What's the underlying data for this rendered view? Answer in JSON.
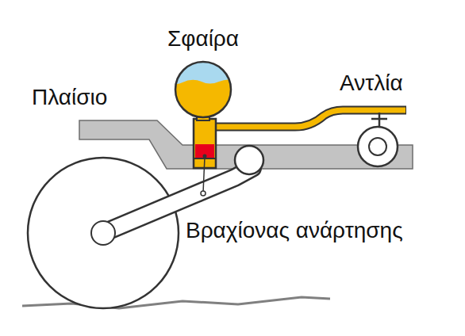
{
  "diagram": {
    "labels": [
      "Σφαίρα",
      "Πλαίσιο",
      "Αντλία",
      "Βραχίονας ανάρτησης"
    ]
  }
}
